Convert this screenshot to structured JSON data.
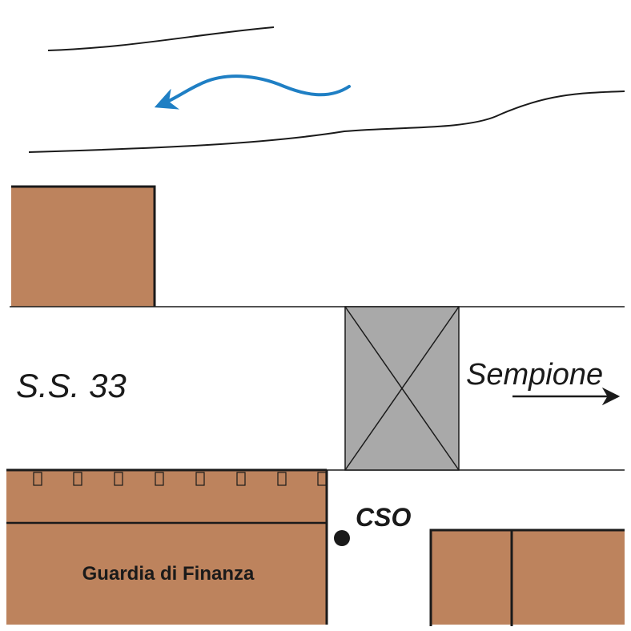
{
  "labels": {
    "road": "S.S. 33",
    "direction": "Sempione",
    "station": "CSO",
    "building": "Guardia di Finanza"
  },
  "colors": {
    "building": "#bd835d",
    "building_outline": "#1a1a1a",
    "river_flow": "#1f7fc4",
    "bridge": "#a9a9a9",
    "line": "#1a1a1a"
  },
  "icons": {
    "flow": "arrow-left-icon",
    "direction": "arrow-right-icon",
    "station": "filled-circle-icon"
  }
}
